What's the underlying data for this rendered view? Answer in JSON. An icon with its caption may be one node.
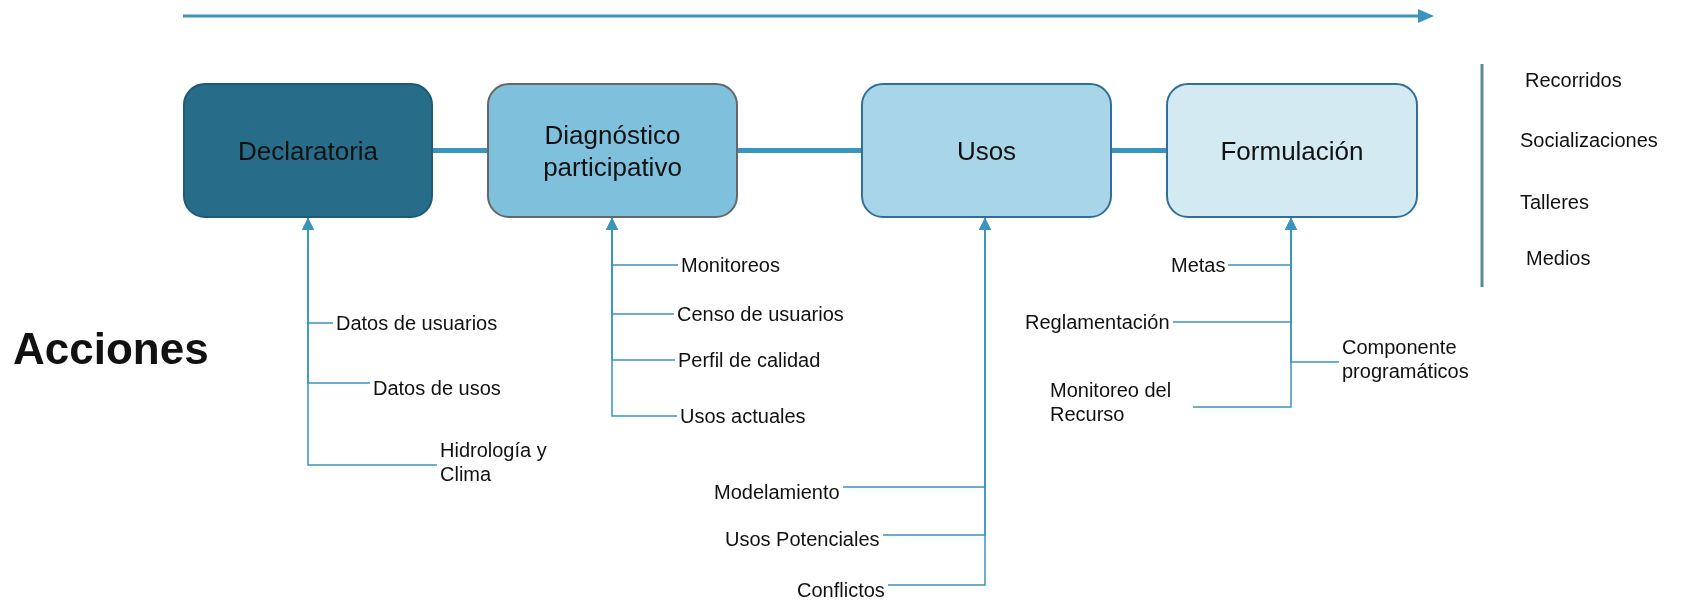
{
  "diagram": {
    "nodes": [
      {
        "text": [
          "Declaratoria"
        ]
      },
      {
        "text": [
          "Diagnóstico participativo"
        ]
      },
      {
        "text": [
          "Usos"
        ]
      },
      {
        "text": [
          "Formulación"
        ]
      },
      {
        "text": [
          "Datos de usuarios"
        ]
      },
      {
        "text": [
          "Datos de usos"
        ]
      },
      {
        "text": [
          "Hidrología y Clima"
        ]
      },
      {
        "text": [
          "Monitoreos"
        ]
      },
      {
        "text": [
          "Censo de usuarios"
        ]
      },
      {
        "text": [
          "Perfil de calidad"
        ]
      },
      {
        "text": [
          "Usos actuales"
        ]
      },
      {
        "text": [
          "Modelamiento"
        ]
      },
      {
        "text": [
          "Usos Potenciales"
        ]
      },
      {
        "text": [
          "Conflictos"
        ]
      },
      {
        "text": [
          "Metas"
        ]
      },
      {
        "text": [
          "Reglamentación"
        ]
      },
      {
        "text": [
          "Monitoreo del Recurso"
        ]
      },
      {
        "text": [
          "Componente programáticos"
        ]
      }
    ],
    "edges": [
      {
        "from": 0,
        "to": 1,
        "arrow": "none",
        "style": "thick"
      },
      {
        "from": 1,
        "to": 2,
        "arrow": "none",
        "style": "thick"
      },
      {
        "from": 2,
        "to": 3,
        "arrow": "none",
        "style": "thick"
      },
      {
        "from": 4,
        "to": 0,
        "arrow": "to"
      },
      {
        "from": 5,
        "to": 0,
        "arrow": "to"
      },
      {
        "from": 6,
        "to": 0,
        "arrow": "to"
      },
      {
        "from": 7,
        "to": 1,
        "arrow": "to"
      },
      {
        "from": 8,
        "to": 1,
        "arrow": "to"
      },
      {
        "from": 9,
        "to": 1,
        "arrow": "to"
      },
      {
        "from": 10,
        "to": 1,
        "arrow": "to"
      },
      {
        "from": 11,
        "to": 2,
        "arrow": "to"
      },
      {
        "from": 12,
        "to": 2,
        "arrow": "to"
      },
      {
        "from": 13,
        "to": 2,
        "arrow": "to"
      },
      {
        "from": 14,
        "to": 3,
        "arrow": "to"
      },
      {
        "from": 15,
        "to": 3,
        "arrow": "to"
      },
      {
        "from": 16,
        "to": 3,
        "arrow": "to"
      },
      {
        "from": 17,
        "to": 3,
        "arrow": "to"
      }
    ],
    "labels": [
      "Acciones",
      "Recorridos",
      "Socializaciones",
      "Talleres",
      "Medios"
    ]
  }
}
